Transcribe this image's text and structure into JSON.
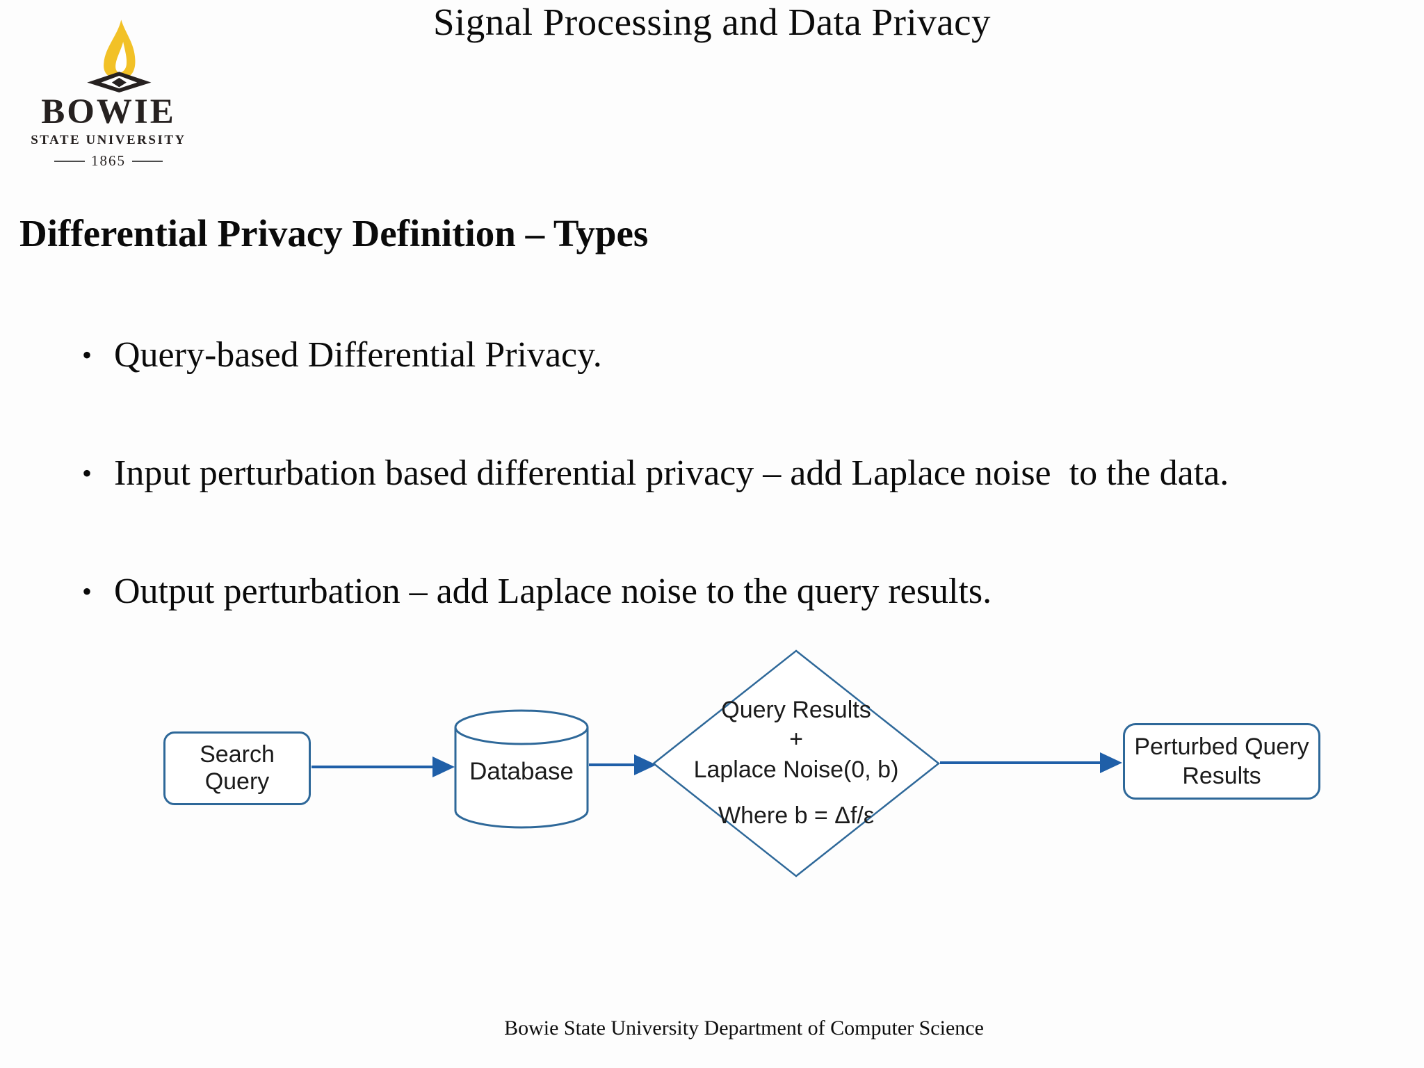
{
  "slide": {
    "title": "Signal Processing and Data Privacy",
    "heading": "Differential Privacy Definition – Types",
    "bullets": [
      {
        "marker": "•",
        "text": "Query-based Differential Privacy."
      },
      {
        "marker": "•",
        "text": "Input perturbation based differential privacy – add Laplace noise  to the data."
      },
      {
        "marker": "•",
        "text": "Output perturbation – add Laplace noise to the query results."
      }
    ],
    "footer": "Bowie State University Department of Computer Science"
  },
  "logo": {
    "wordmark": "BOWIE",
    "subtext": "STATE UNIVERSITY",
    "year": "1865",
    "flame_color": "#F2C127",
    "mark_color": "#262120"
  },
  "diagram": {
    "border_color": "#2e6899",
    "arrow_color": "#1f5fa8",
    "fill_color": "#ffffff",
    "search_box": {
      "label": "Search Query"
    },
    "database": {
      "label": "Database"
    },
    "diamond": {
      "line1": "Query Results",
      "line2": "+",
      "line3": "Laplace Noise(0, b)",
      "line4": "Where b = Δf/ε"
    },
    "result_box": {
      "line1": "Perturbed Query",
      "line2": "Results"
    }
  }
}
